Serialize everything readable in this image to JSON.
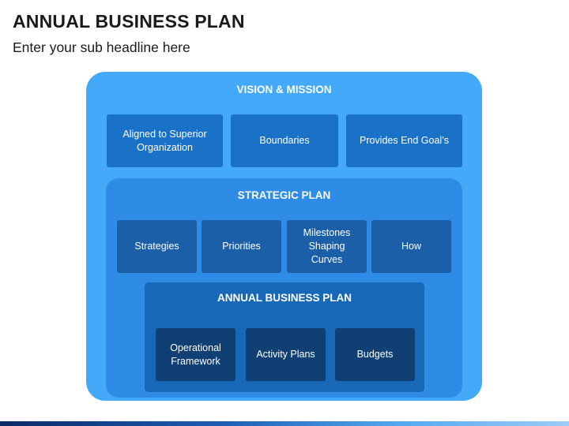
{
  "header": {
    "title": "ANNUAL BUSINESS PLAN",
    "subtitle": "Enter your sub headline here"
  },
  "vision": {
    "title": "VISION & MISSION",
    "items": [
      "Aligned to Superior Organization",
      "Boundaries",
      "Provides End Goal’s"
    ]
  },
  "strategic": {
    "title": "STRATEGIC PLAN",
    "items": [
      "Strategies",
      "Priorities",
      "Milestones Shaping Curves",
      "How"
    ]
  },
  "annual": {
    "title": "ANNUAL BUSINESS PLAN",
    "items": [
      "Operational Framework",
      "Activity Plans",
      "Budgets"
    ]
  },
  "colors": {
    "outer": "#45a9f9",
    "middle": "#2e8ce6",
    "inner": "#1868b8",
    "box_level1": "#1a72c8",
    "box_level2": "#1a5fa8",
    "box_level3": "#0f3f73"
  }
}
